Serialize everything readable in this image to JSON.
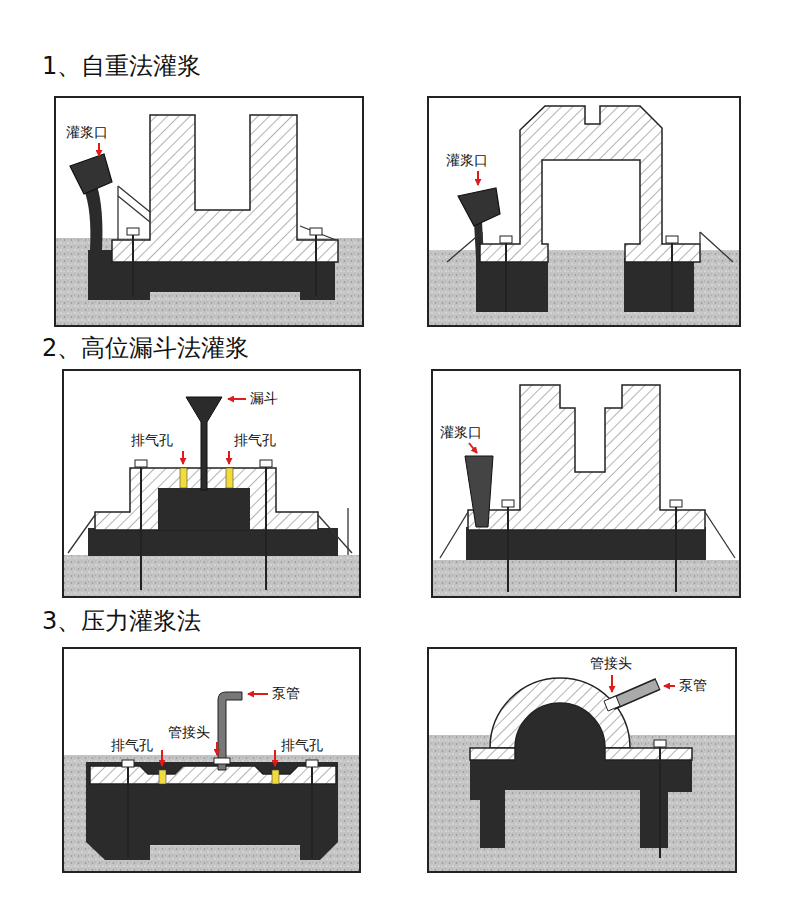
{
  "diagram": {
    "labels": [
      "1、自重法灌浆",
      "灌浆口",
      "灌浆口",
      "2、高位漏斗法灌浆",
      "漏斗",
      "排气孔",
      "排气孔",
      "灌浆口",
      "3、压力灌浆法",
      "泵管",
      "管接头",
      "排气孔",
      "排气孔",
      "管接头",
      "泵管"
    ]
  }
}
